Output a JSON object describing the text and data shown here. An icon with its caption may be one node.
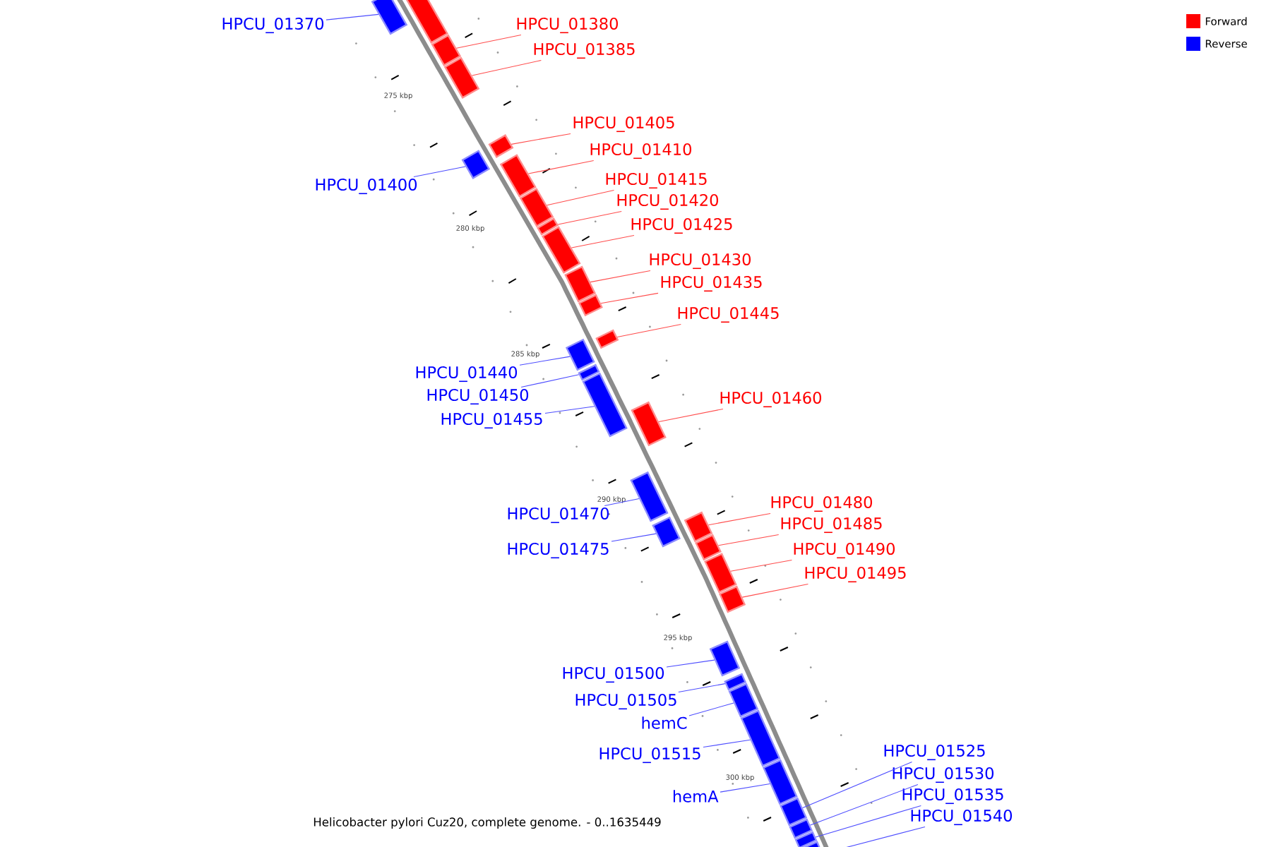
{
  "diagram": {
    "caption": "Helicobacter pylori Cuz20, complete genome. - 0..1635449",
    "nodes": [
      {
        "text": [
          "HPCU_01370"
        ]
      },
      {
        "text": [
          "HPCU_01380"
        ]
      },
      {
        "text": [
          "HPCU_01385"
        ]
      },
      {
        "text": [
          "HPCU_01405"
        ]
      },
      {
        "text": [
          "HPCU_01410"
        ]
      },
      {
        "text": [
          "HPCU_01415"
        ]
      },
      {
        "text": [
          "HPCU_01400"
        ]
      },
      {
        "text": [
          "HPCU_01420"
        ]
      },
      {
        "text": [
          "HPCU_01425"
        ]
      },
      {
        "text": [
          "HPCU_01430"
        ]
      },
      {
        "text": [
          "HPCU_01435"
        ]
      },
      {
        "text": [
          "HPCU_01445"
        ]
      },
      {
        "text": [
          "HPCU_01440"
        ]
      },
      {
        "text": [
          "HPCU_01450"
        ]
      },
      {
        "text": [
          "HPCU_01460"
        ]
      },
      {
        "text": [
          "HPCU_01455"
        ]
      },
      {
        "text": [
          "HPCU_01480"
        ]
      },
      {
        "text": [
          "HPCU_01470"
        ]
      },
      {
        "text": [
          "HPCU_01485"
        ]
      },
      {
        "text": [
          "HPCU_01490"
        ]
      },
      {
        "text": [
          "HPCU_01475"
        ]
      },
      {
        "text": [
          "HPCU_01495"
        ]
      },
      {
        "text": [
          "HPCU_01500"
        ]
      },
      {
        "text": [
          "HPCU_01505"
        ]
      },
      {
        "text": [
          "hemC"
        ]
      },
      {
        "text": [
          "HPCU_01525"
        ]
      },
      {
        "text": [
          "HPCU_01515"
        ]
      },
      {
        "text": [
          "HPCU_01530"
        ]
      },
      {
        "text": [
          "HPCU_01535"
        ]
      },
      {
        "text": [
          "hemA"
        ]
      },
      {
        "text": [
          "HPCU_01540"
        ]
      },
      {
        "text": [],
        "shape": "box"
      },
      {
        "text": [],
        "shape": "box"
      },
      {
        "text": [],
        "shape": "box"
      },
      {
        "text": [],
        "shape": "box"
      },
      {
        "text": [],
        "shape": "box"
      },
      {
        "text": [],
        "shape": "box"
      },
      {
        "text": [],
        "shape": "box"
      },
      {
        "text": [],
        "shape": "box"
      },
      {
        "text": [],
        "shape": "box"
      },
      {
        "text": [],
        "shape": "box"
      },
      {
        "text": [],
        "shape": "box"
      },
      {
        "text": [],
        "shape": "box"
      },
      {
        "text": [],
        "shape": "box"
      },
      {
        "text": [],
        "shape": "box"
      },
      {
        "text": [],
        "shape": "box"
      },
      {
        "text": [],
        "shape": "box"
      },
      {
        "text": [],
        "shape": "box"
      },
      {
        "text": [],
        "shape": "box"
      },
      {
        "text": [],
        "shape": "box"
      },
      {
        "text": [],
        "shape": "box"
      },
      {
        "text": [],
        "shape": "box"
      },
      {
        "text": [],
        "shape": "box"
      },
      {
        "text": [],
        "shape": "box"
      },
      {
        "text": [],
        "shape": "box"
      },
      {
        "text": [],
        "shape": "box"
      },
      {
        "text": [],
        "shape": "box"
      },
      {
        "text": [],
        "shape": "box"
      },
      {
        "text": [],
        "shape": "box"
      },
      {
        "text": [],
        "shape": "box"
      },
      {
        "text": [],
        "shape": "box"
      },
      {
        "text": [],
        "shape": "box"
      },
      {
        "text": [],
        "shape": "box"
      }
    ],
    "edges": [
      {
        "from": 0,
        "to": 31,
        "arrow": "none",
        "color": "#4d4dff"
      },
      {
        "from": 1,
        "to": 33,
        "arrow": "none",
        "color": "#ff4d4d"
      },
      {
        "from": 2,
        "to": 34,
        "arrow": "none",
        "color": "#ff4d4d"
      },
      {
        "from": 3,
        "to": 36,
        "arrow": "none",
        "color": "#ff4d4d"
      },
      {
        "from": 4,
        "to": 37,
        "arrow": "none",
        "color": "#ff4d4d"
      },
      {
        "from": 5,
        "to": 38,
        "arrow": "none",
        "color": "#ff4d4d"
      },
      {
        "from": 6,
        "to": 35,
        "arrow": "none",
        "color": "#4d4dff"
      },
      {
        "from": 7,
        "to": 39,
        "arrow": "none",
        "color": "#ff4d4d"
      },
      {
        "from": 8,
        "to": 40,
        "arrow": "none",
        "color": "#ff4d4d"
      },
      {
        "from": 9,
        "to": 41,
        "arrow": "none",
        "color": "#ff4d4d"
      },
      {
        "from": 10,
        "to": 42,
        "arrow": "none",
        "color": "#ff4d4d"
      },
      {
        "from": 11,
        "to": 44,
        "arrow": "none",
        "color": "#ff4d4d"
      },
      {
        "from": 12,
        "to": 43,
        "arrow": "none",
        "color": "#4d4dff"
      },
      {
        "from": 13,
        "to": 45,
        "arrow": "none",
        "color": "#4d4dff"
      },
      {
        "from": 14,
        "to": 47,
        "arrow": "none",
        "color": "#ff4d4d"
      },
      {
        "from": 15,
        "to": 46,
        "arrow": "none",
        "color": "#4d4dff"
      },
      {
        "from": 16,
        "to": 50,
        "arrow": "none",
        "color": "#ff4d4d"
      },
      {
        "from": 17,
        "to": 48,
        "arrow": "none",
        "color": "#4d4dff"
      },
      {
        "from": 18,
        "to": 51,
        "arrow": "none",
        "color": "#ff4d4d"
      },
      {
        "from": 19,
        "to": 52,
        "arrow": "none",
        "color": "#ff4d4d"
      },
      {
        "from": 20,
        "to": 49,
        "arrow": "none",
        "color": "#4d4dff"
      },
      {
        "from": 21,
        "to": 53,
        "arrow": "none",
        "color": "#ff4d4d"
      },
      {
        "from": 22,
        "to": 54,
        "arrow": "none",
        "color": "#4d4dff"
      },
      {
        "from": 23,
        "to": 55,
        "arrow": "none",
        "color": "#4d4dff"
      },
      {
        "from": 24,
        "to": 56,
        "arrow": "none",
        "color": "#4d4dff"
      },
      {
        "from": 25,
        "to": 59,
        "arrow": "none",
        "color": "#4d4dff"
      },
      {
        "from": 26,
        "to": 57,
        "arrow": "none",
        "color": "#4d4dff"
      },
      {
        "from": 27,
        "to": 60,
        "arrow": "none",
        "color": "#4d4dff"
      },
      {
        "from": 28,
        "to": 61,
        "arrow": "none",
        "color": "#4d4dff"
      },
      {
        "from": 29,
        "to": 58,
        "arrow": "none",
        "color": "#4d4dff"
      },
      {
        "from": 30,
        "to": 62,
        "arrow": "none",
        "color": "#4d4dff"
      }
    ],
    "labels": [
      "275 kbp",
      "280 kbp",
      "285 kbp",
      "290 kbp",
      "295 kbp",
      "300 kbp"
    ],
    "legend": [
      {
        "text": "Forward",
        "color": "#ff0000"
      },
      {
        "text": "Reverse",
        "color": "#0000ff"
      }
    ]
  }
}
